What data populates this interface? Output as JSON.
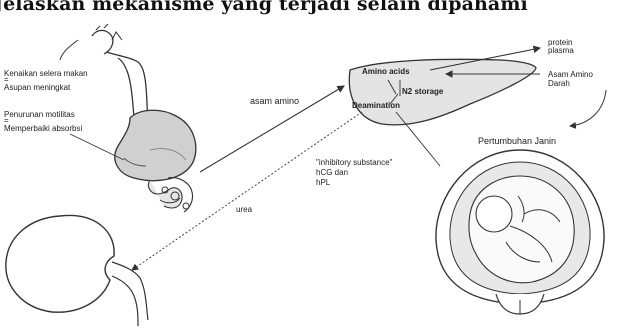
{
  "title": "Jelaskan mekanisme yang terjadi selain dipahami",
  "labels": {
    "stomach_note_1": "Kenaikan selera makan",
    "stomach_note_1_sub": "=",
    "stomach_note_2": "Asupan meningkat",
    "stomach_note_3": "Penurunan motilitas",
    "stomach_note_3_sub": "=",
    "stomach_note_4": "Memperbaiki absorbsi",
    "asam_amino": "asam amino",
    "urea": "urea",
    "amino_acids": "Amino acids",
    "n2_storage": "N2 storage",
    "deamination": "Deamination",
    "protein_plasma_1": "protein",
    "protein_plasma_2": "plasma",
    "asam_amino_darah_1": "Asam Amino",
    "asam_amino_darah_2": "Darah",
    "inhibitory_1": "\"inhibitory substance\"",
    "inhibitory_2": "hCG dan",
    "inhibitory_3": "hPL",
    "pertumbuhan_janin": "Pertumbuhan Janin"
  }
}
